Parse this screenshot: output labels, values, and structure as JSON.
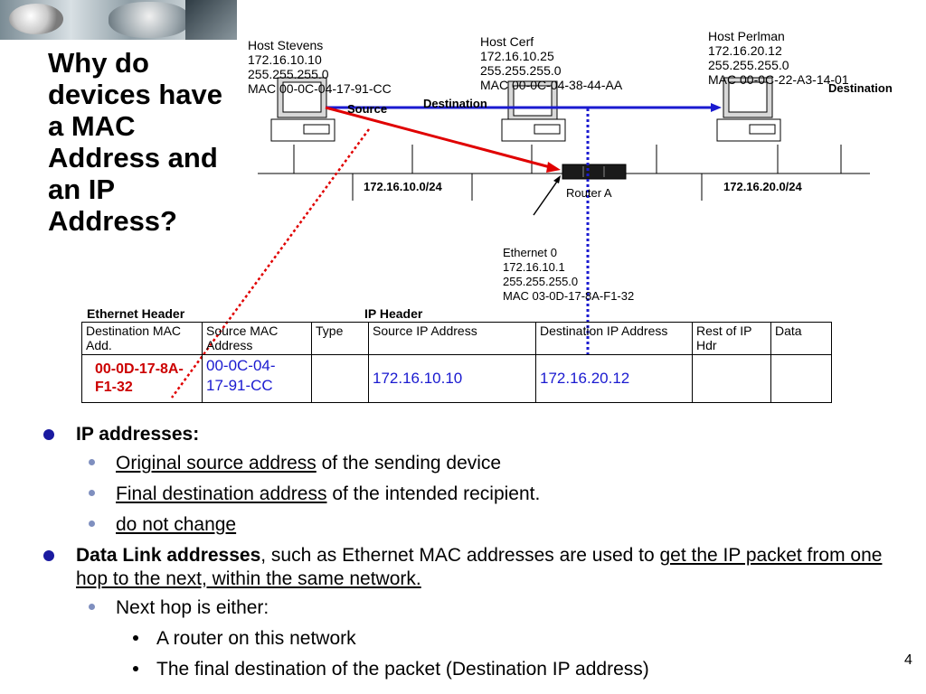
{
  "slide": {
    "title": "Why do devices have a MAC Address and an IP Address?",
    "page_number": "4"
  },
  "hosts": [
    {
      "name": "Host Stevens",
      "ip": "172.16.10.10",
      "mask": "255.255.255.0",
      "mac": "MAC 00-0C-04-17-91-CC"
    },
    {
      "name": "Host Cerf",
      "ip": "172.16.10.25",
      "mask": "255.255.255.0",
      "mac": "MAC 00-0C-04-38-44-AA"
    },
    {
      "name": "Host Perlman",
      "ip": "172.16.20.12",
      "mask": "255.255.255.0",
      "mac": "MAC 00-0C-22-A3-14-01"
    }
  ],
  "diagram": {
    "source_label": "Source",
    "destination_label_1": "Destination",
    "destination_label_2": "Destination",
    "network_1": "172.16.10.0/24",
    "network_2": "172.16.20.0/24",
    "router_label": "Router A",
    "router_iface": {
      "name": "Ethernet 0",
      "ip": "172.16.10.1",
      "mask": "255.255.255.0",
      "mac": "MAC 03-0D-17-8A-F1-32"
    },
    "colors": {
      "red_path": "#e00000",
      "blue_path": "#1a1ad0",
      "dotted_blue": "#1a1ad0",
      "dotted_red": "#e00000"
    }
  },
  "frame_table": {
    "ethernet_header_label": "Ethernet Header",
    "ip_header_label": "IP Header",
    "columns": [
      "Destination MAC Add.",
      "Source MAC Address",
      "Type",
      "Source IP Address",
      "Destination IP Address",
      "Rest of IP Hdr",
      "Data"
    ],
    "values": {
      "dest_mac": "00-0D-17-8A-F1-32",
      "src_mac": "00-0C-04-17-91-CC",
      "src_ip": "172.16.10.10",
      "dest_ip": "172.16.20.12"
    }
  },
  "bullets": {
    "b1": "IP addresses:",
    "b1_1_u": "Original source address",
    "b1_1_rest": " of the sending device",
    "b1_2_u": "Final destination address",
    "b1_2_rest": " of the intended recipient.",
    "b1_3_u": "do not change",
    "b2_bold": "Data Link addresses",
    "b2_mid": ", such as Ethernet MAC addresses are used to ",
    "b2_u": "get the IP packet from one hop to the next, within the same network.",
    "b2_1": "Next hop is either:",
    "b2_1_1": "A router on this network",
    "b2_1_2": "The final destination of the packet (Destination IP address)"
  }
}
